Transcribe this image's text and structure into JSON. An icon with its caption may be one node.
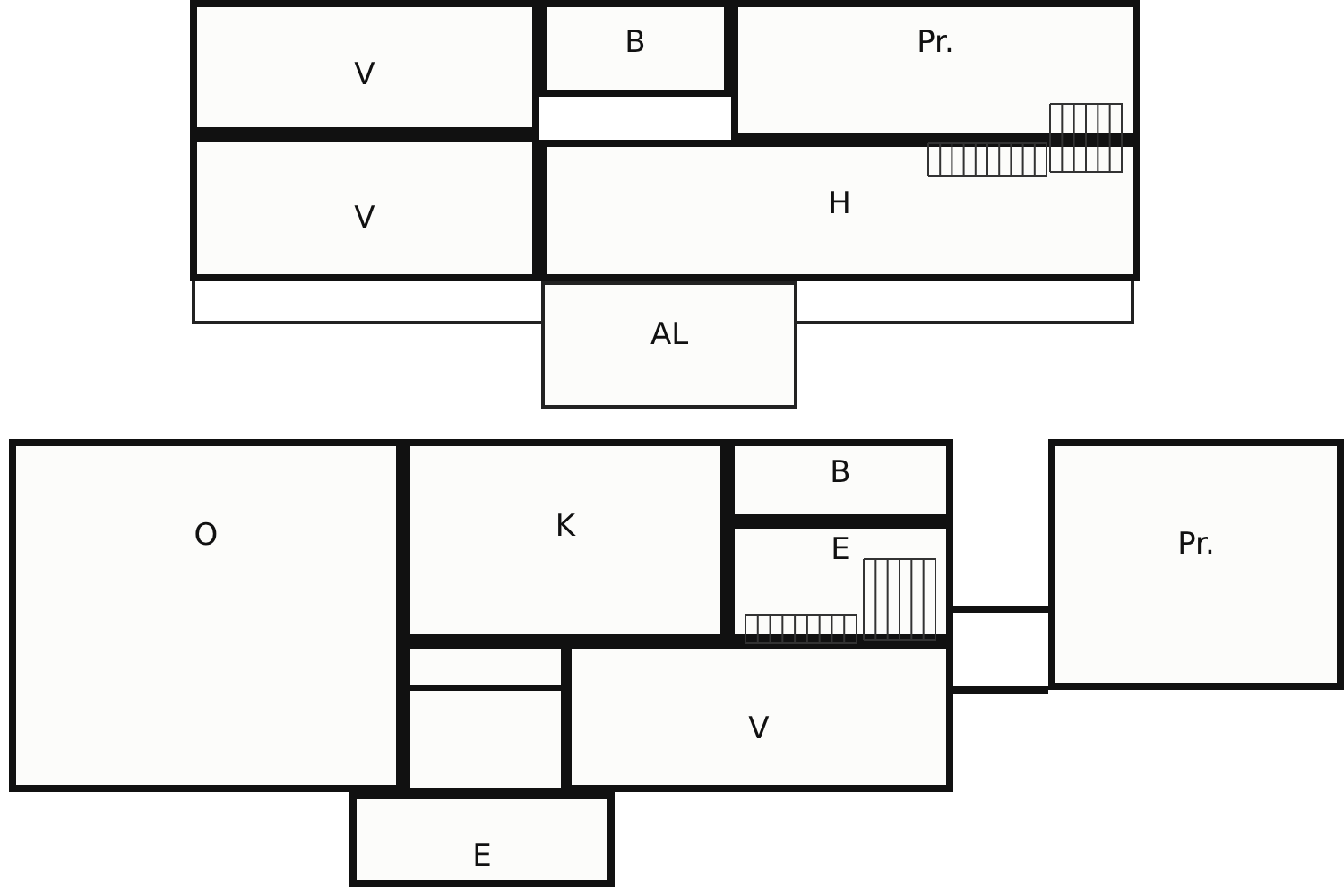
{
  "diagram": {
    "nodes": [
      {
        "text": [
          "V"
        ]
      },
      {
        "text": [
          "V"
        ]
      },
      {
        "text": [
          "B"
        ]
      },
      {
        "text": [
          "Pr."
        ]
      },
      {
        "text": [
          "H"
        ]
      },
      {
        "text": [
          "AL"
        ]
      },
      {
        "text": [
          "O"
        ]
      },
      {
        "text": [
          "K"
        ]
      },
      {
        "text": [
          "B"
        ]
      },
      {
        "text": [
          "E"
        ]
      },
      {
        "text": [
          "Pr."
        ]
      },
      {
        "text": [
          "V"
        ]
      },
      {
        "text": [
          "E"
        ]
      }
    ]
  }
}
